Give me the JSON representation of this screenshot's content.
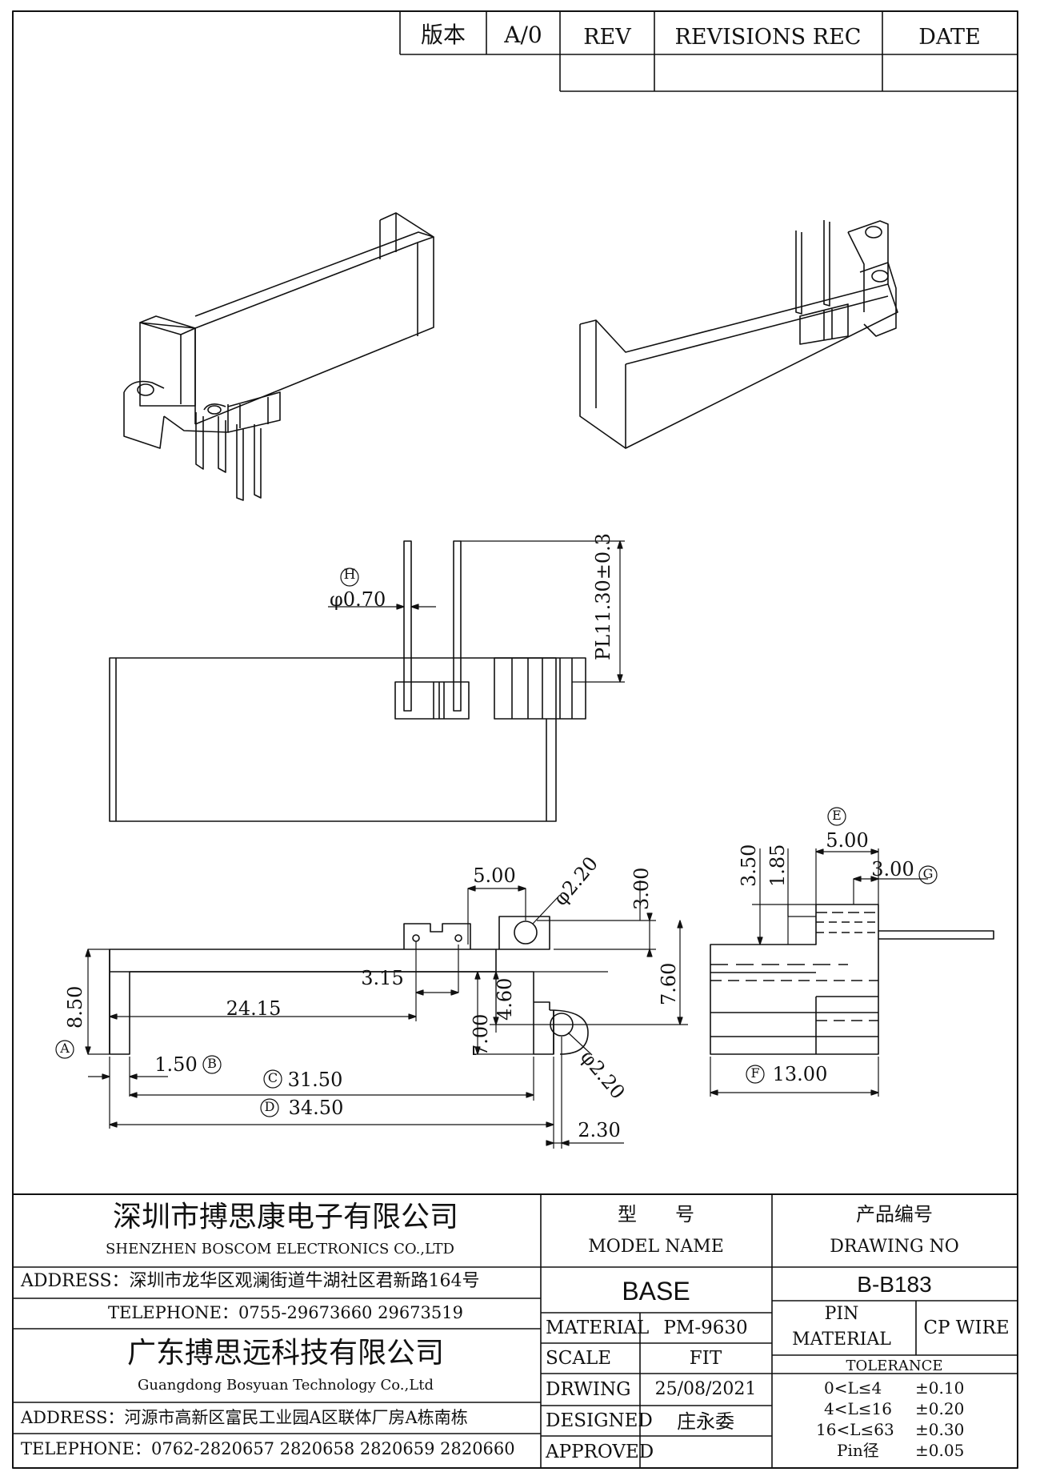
{
  "revision_block": {
    "version_label": "版本",
    "version_value": "A/0",
    "rev_header": "REV",
    "revisions_header": "REVISIONS REC",
    "date_header": "DATE"
  },
  "dimensions": {
    "pin_marker": "H",
    "pin_diameter": "φ0.70",
    "pin_length": "PL11.30±0.3",
    "top_width": "5.00",
    "hole_dia_top": "φ2.20",
    "height_3": "3.00",
    "height_7_60": "7.60",
    "dim_3_15": "3.15",
    "dim_4_60": "4.60",
    "dim_8_50": "8.50",
    "dim_24_15": "24.15",
    "dim_7_00": "7.00",
    "hole_dia_bottom": "φ2.20",
    "marker_a": "A",
    "dim_1_50": "1.50",
    "marker_b": "B",
    "marker_c": "C",
    "dim_31_50": "31.50",
    "marker_d": "D",
    "dim_34_50": "34.50",
    "dim_2_30": "2.30",
    "marker_e": "E",
    "side_5_00": "5.00",
    "side_3_50": "3.50",
    "side_1_85": "1.85",
    "side_3_00": "3.00",
    "marker_g": "G",
    "marker_f": "F",
    "side_13_00": "13.00"
  },
  "title_block": {
    "company_cn": "深圳市搏思康电子有限公司",
    "company_en": "SHENZHEN BOSCOM ELECTRONICS CO.,LTD",
    "address1": "ADDRESS：深圳市龙华区观澜街道牛湖社区君新路164号",
    "telephone1": "TELEPHONE：0755-29673660 29673519",
    "company2_cn": "广东搏思远科技有限公司",
    "company2_en": "Guangdong Bosyuan Technology Co.,Ltd",
    "address2": "ADDRESS：河源市高新区富民工业园A区联体厂房A栋南栋",
    "telephone2": "TELEPHONE：0762-2820657 2820658 2820659 2820660",
    "model_cn": "型　　号",
    "model_en": "MODEL NAME",
    "model_value": "BASE",
    "drawing_no_cn": "产品编号",
    "drawing_no_en": "DRAWING NO",
    "drawing_no_value": "B-B183",
    "material_label": "MATERIAL",
    "material_value": "PM-9630",
    "scale_label": "SCALE",
    "scale_value": "FIT",
    "drawing_label": "DRWING",
    "drawing_date": "25/08/2021",
    "designed_label": "DESIGNED",
    "designed_value": "庄永委",
    "approved_label": "APPROVED",
    "pin_material_label_1": "PIN",
    "pin_material_label_2": "MATERIAL",
    "pin_material_value": "CP WIRE",
    "tolerance_label": "TOLERANCE",
    "tolerances": [
      {
        "range": "0<L≤4",
        "value": "±0.10"
      },
      {
        "range": "4<L≤16",
        "value": "±0.20"
      },
      {
        "range": "16<L≤63",
        "value": "±0.30"
      },
      {
        "range": "Pin径",
        "value": "±0.05"
      }
    ]
  }
}
